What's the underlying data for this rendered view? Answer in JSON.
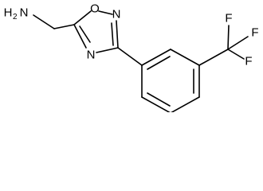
{
  "molecule": {
    "atoms": {
      "amine_h": "H",
      "amine_h_count": "2",
      "amine_n": "N",
      "ring_o": "O",
      "ring_n_top": "N",
      "ring_n_bottom": "N",
      "f_top": "F",
      "f_right": "F",
      "f_bottom": "F"
    }
  },
  "colors": {
    "bond": "#000000",
    "label": "#000000",
    "background": "#ffffff"
  }
}
